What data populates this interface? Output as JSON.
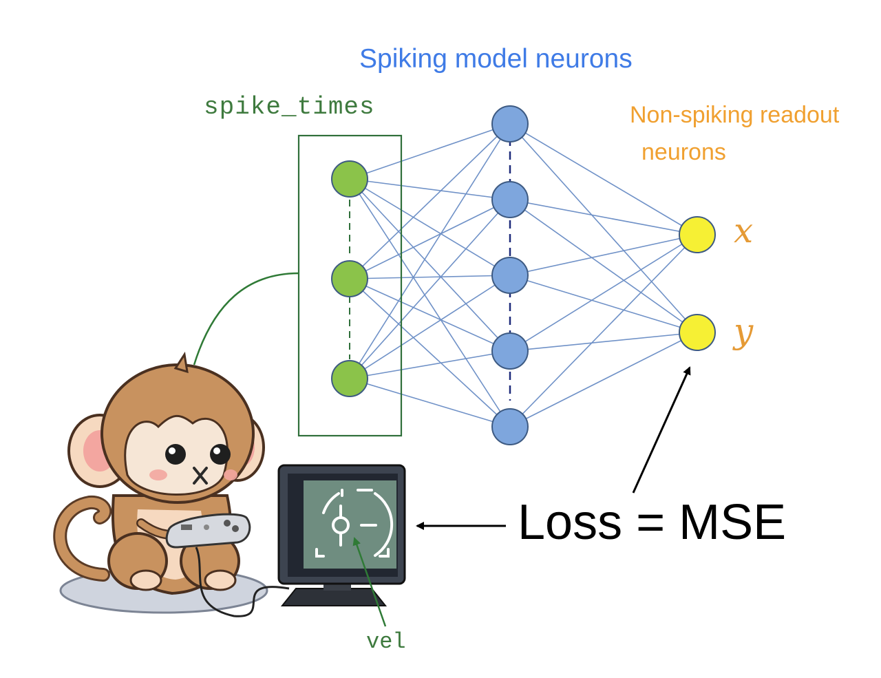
{
  "diagram": {
    "title": "Spiking model neurons",
    "input_label": "spike_times",
    "readout_label_line1": "Non-spiking readout",
    "readout_label_line2": "neurons",
    "outputs": [
      "x",
      "y"
    ],
    "loss_label": "Loss = MSE",
    "velocity_label": "vel"
  },
  "network": {
    "input_neurons": 3,
    "hidden_neurons": 5,
    "output_neurons": 2
  },
  "colors": {
    "title": "#3f7be6",
    "input_neuron": "#8bc34a",
    "hidden_neuron": "#7ea6dd",
    "output_neuron": "#f6f034",
    "edge": "#6f91c7",
    "input_box": "#2f6f3a",
    "readout": "#f0a030"
  },
  "icons": [
    "monkey-illustration",
    "gamepad-icon",
    "monitor-icon",
    "cursor-target-icon"
  ]
}
